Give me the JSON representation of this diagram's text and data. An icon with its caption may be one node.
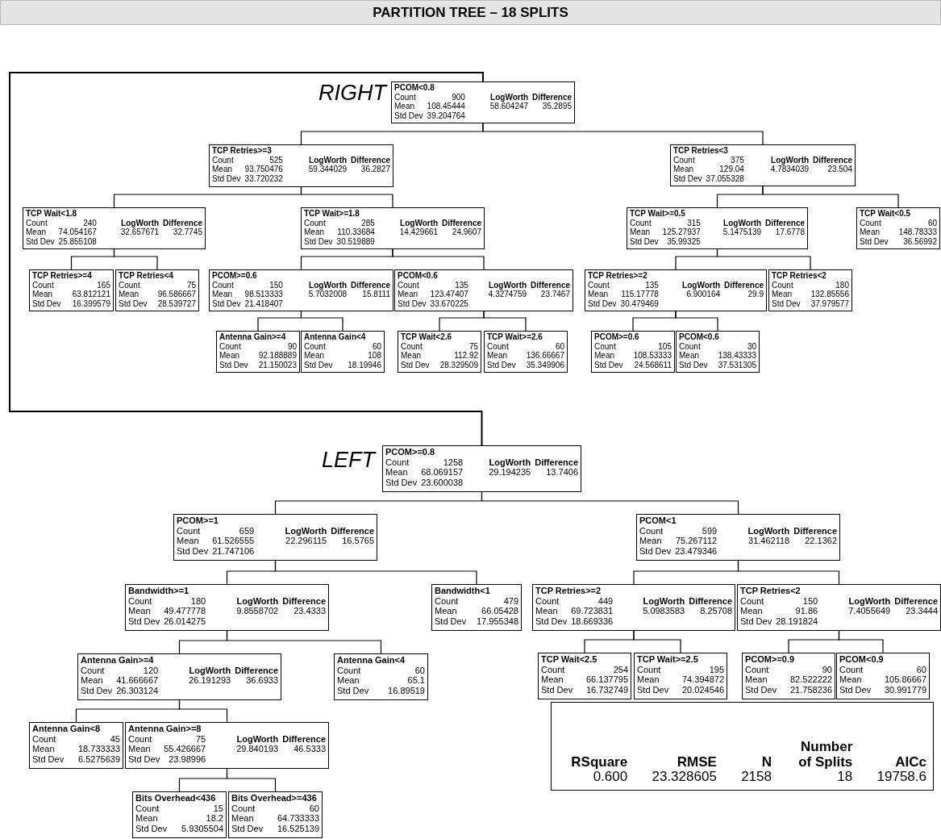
{
  "diagram": {
    "title": "PARTITION TREE – 18 SPLITS",
    "nodes": [
      {
        "text": [
          "PCOM<0.8",
          "Count",
          "900",
          "Mean",
          "108.45444",
          "Std Dev",
          "39.204764",
          "LogWorth",
          "58.604247",
          "Difference",
          "35.2895"
        ]
      },
      {
        "text": [
          "TCP Retries>=3",
          "Count",
          "525",
          "Mean",
          "93.750476",
          "Std Dev",
          "33.720232",
          "LogWorth",
          "59.344029",
          "Difference",
          "36.2827"
        ]
      },
      {
        "text": [
          "TCP Retries<3",
          "Count",
          "375",
          "Mean",
          "129.04",
          "Std Dev",
          "37.055328",
          "LogWorth",
          "4.7834039",
          "Difference",
          "23.504"
        ]
      },
      {
        "text": [
          "TCP Wait<1.8",
          "Count",
          "240",
          "Mean",
          "74.054167",
          "Std Dev",
          "25.855108",
          "LogWorth",
          "32.657671",
          "Difference",
          "32.7745"
        ]
      },
      {
        "text": [
          "TCP Wait>=1.8",
          "Count",
          "285",
          "Mean",
          "110.33684",
          "Std Dev",
          "30.519889",
          "LogWorth",
          "14.429661",
          "Difference",
          "24.9607"
        ]
      },
      {
        "text": [
          "TCP Wait>=0.5",
          "Count",
          "315",
          "Mean",
          "125.27937",
          "Std Dev",
          "35.99325",
          "LogWorth",
          "5.1475139",
          "Difference",
          "17.6778"
        ]
      },
      {
        "text": [
          "TCP Wait<0.5",
          "Count",
          "60",
          "Mean",
          "148.78333",
          "Std Dev",
          "36.56992"
        ]
      },
      {
        "text": [
          "TCP Retries>=4",
          "Count",
          "165",
          "Mean",
          "63.812121",
          "Std Dev",
          "16.399579"
        ]
      },
      {
        "text": [
          "TCP Retries<4",
          "Count",
          "75",
          "Mean",
          "96.586667",
          "Std Dev",
          "28.539727"
        ]
      },
      {
        "text": [
          "PCOM>=0.6",
          "Count",
          "150",
          "Mean",
          "98.513333",
          "Std Dev",
          "21.418407",
          "LogWorth",
          "5.7032008",
          "Difference",
          "15.8111"
        ]
      },
      {
        "text": [
          "PCOM<0.6",
          "Count",
          "135",
          "Mean",
          "123.47407",
          "Std Dev",
          "33.670225",
          "LogWorth",
          "4.3274759",
          "Difference",
          "23.7467"
        ]
      },
      {
        "text": [
          "TCP Retries>=2",
          "Count",
          "135",
          "Mean",
          "115.17778",
          "Std Dev",
          "30.479469",
          "LogWorth",
          "6.900164",
          "Difference",
          "29.9"
        ]
      },
      {
        "text": [
          "TCP Retries<2",
          "Count",
          "180",
          "Mean",
          "132.85556",
          "Std Dev",
          "37.979577"
        ]
      },
      {
        "text": [
          "Antenna Gain>=4",
          "Count",
          "90",
          "Mean",
          "92.188889",
          "Std Dev",
          "21.150023"
        ]
      },
      {
        "text": [
          "Antenna Gain<4",
          "Count",
          "60",
          "Mean",
          "108",
          "Std Dev",
          "18.19946"
        ]
      },
      {
        "text": [
          "TCP Wait<2.6",
          "Count",
          "75",
          "Mean",
          "112.92",
          "Std Dev",
          "28.329509"
        ]
      },
      {
        "text": [
          "TCP Wait>=2.6",
          "Count",
          "60",
          "Mean",
          "136.66667",
          "Std Dev",
          "35.349906"
        ]
      },
      {
        "text": [
          "PCOM>=0.6",
          "Count",
          "105",
          "Mean",
          "108.53333",
          "Std Dev",
          "24.568611"
        ]
      },
      {
        "text": [
          "PCOM<0.6",
          "Count",
          "30",
          "Mean",
          "138.43333",
          "Std Dev",
          "37.531305"
        ]
      },
      {
        "text": [
          "PCOM>=0.8",
          "Count",
          "1258",
          "Mean",
          "68.069157",
          "Std Dev",
          "23.600038",
          "LogWorth",
          "29.194235",
          "Difference",
          "13.7406"
        ]
      },
      {
        "text": [
          "PCOM>=1",
          "Count",
          "659",
          "Mean",
          "61.526555",
          "Std Dev",
          "21.747106",
          "LogWorth",
          "22.296115",
          "Difference",
          "16.5765"
        ]
      },
      {
        "text": [
          "PCOM<1",
          "Count",
          "599",
          "Mean",
          "75.267112",
          "Std Dev",
          "23.479346",
          "LogWorth",
          "31.462118",
          "Difference",
          "22.1362"
        ]
      },
      {
        "text": [
          "Bandwidth>=1",
          "Count",
          "180",
          "Mean",
          "49.477778",
          "Std Dev",
          "26.014275",
          "LogWorth",
          "9.8558702",
          "Difference",
          "23.4333"
        ]
      },
      {
        "text": [
          "Bandwidth<1",
          "Count",
          "479",
          "Mean",
          "66.05428",
          "Std Dev",
          "17.955348"
        ]
      },
      {
        "text": [
          "TCP Retries>=2",
          "Count",
          "449",
          "Mean",
          "69.723831",
          "Std Dev",
          "18.669336",
          "LogWorth",
          "5.0983583",
          "Difference",
          "8.25708"
        ]
      },
      {
        "text": [
          "TCP Retries<2",
          "Count",
          "150",
          "Mean",
          "91.86",
          "Std Dev",
          "28.191824",
          "LogWorth",
          "7.4055649",
          "Difference",
          "23.3444"
        ]
      },
      {
        "text": [
          "Antenna Gain>=4",
          "Count",
          "120",
          "Mean",
          "41.666667",
          "Std Dev",
          "26.303124",
          "LogWorth",
          "26.191293",
          "Difference",
          "36.6933"
        ]
      },
      {
        "text": [
          "Antenna Gain<4",
          "Count",
          "60",
          "Mean",
          "65.1",
          "Std Dev",
          "16.89519"
        ]
      },
      {
        "text": [
          "TCP Wait<2.5",
          "Count",
          "254",
          "Mean",
          "66.137795",
          "Std Dev",
          "16.732749"
        ]
      },
      {
        "text": [
          "TCP Wait>=2.5",
          "Count",
          "195",
          "Mean",
          "74.394872",
          "Std Dev",
          "20.024546"
        ]
      },
      {
        "text": [
          "PCOM>=0.9",
          "Count",
          "90",
          "Mean",
          "82.522222",
          "Std Dev",
          "21.758236"
        ]
      },
      {
        "text": [
          "PCOM<0.9",
          "Count",
          "60",
          "Mean",
          "105.86667",
          "Std Dev",
          "30.991779"
        ]
      },
      {
        "text": [
          "Antenna Gain<8",
          "Count",
          "45",
          "Mean",
          "18.733333",
          "Std Dev",
          "6.5275639"
        ]
      },
      {
        "text": [
          "Antenna Gain>=8",
          "Count",
          "75",
          "Mean",
          "55.426667",
          "Std Dev",
          "23.98996",
          "LogWorth",
          "29.840193",
          "Difference",
          "46.5333"
        ]
      },
      {
        "text": [
          "Bits Overhead<436",
          "Count",
          "15",
          "Mean",
          "18.2",
          "Std Dev",
          "5.9305504"
        ]
      },
      {
        "text": [
          "Bits Overhead>=436",
          "Count",
          "60",
          "Mean",
          "64.733333",
          "Std Dev",
          "16.525139"
        ]
      }
    ],
    "edges": [
      {
        "from": 0,
        "to": 1,
        "arrow": "none"
      },
      {
        "from": 0,
        "to": 2,
        "arrow": "none"
      },
      {
        "from": 1,
        "to": 3,
        "arrow": "none"
      },
      {
        "from": 1,
        "to": 4,
        "arrow": "none"
      },
      {
        "from": 2,
        "to": 5,
        "arrow": "none"
      },
      {
        "from": 2,
        "to": 6,
        "arrow": "none"
      },
      {
        "from": 3,
        "to": 7,
        "arrow": "none"
      },
      {
        "from": 3,
        "to": 8,
        "arrow": "none"
      },
      {
        "from": 4,
        "to": 9,
        "arrow": "none"
      },
      {
        "from": 4,
        "to": 10,
        "arrow": "none"
      },
      {
        "from": 5,
        "to": 11,
        "arrow": "none"
      },
      {
        "from": 5,
        "to": 12,
        "arrow": "none"
      },
      {
        "from": 9,
        "to": 13,
        "arrow": "none"
      },
      {
        "from": 9,
        "to": 14,
        "arrow": "none"
      },
      {
        "from": 10,
        "to": 15,
        "arrow": "none"
      },
      {
        "from": 10,
        "to": 16,
        "arrow": "none"
      },
      {
        "from": 11,
        "to": 17,
        "arrow": "none"
      },
      {
        "from": 11,
        "to": 18,
        "arrow": "none"
      },
      {
        "from": 0,
        "to": 19,
        "arrow": "none"
      },
      {
        "from": 19,
        "to": 20,
        "arrow": "none"
      },
      {
        "from": 19,
        "to": 21,
        "arrow": "none"
      },
      {
        "from": 20,
        "to": 22,
        "arrow": "none"
      },
      {
        "from": 20,
        "to": 23,
        "arrow": "none"
      },
      {
        "from": 21,
        "to": 24,
        "arrow": "none"
      },
      {
        "from": 21,
        "to": 25,
        "arrow": "none"
      },
      {
        "from": 22,
        "to": 26,
        "arrow": "none"
      },
      {
        "from": 22,
        "to": 27,
        "arrow": "none"
      },
      {
        "from": 24,
        "to": 28,
        "arrow": "none"
      },
      {
        "from": 24,
        "to": 29,
        "arrow": "none"
      },
      {
        "from": 25,
        "to": 30,
        "arrow": "none"
      },
      {
        "from": 25,
        "to": 31,
        "arrow": "none"
      },
      {
        "from": 26,
        "to": 32,
        "arrow": "none"
      },
      {
        "from": 26,
        "to": 33,
        "arrow": "none"
      },
      {
        "from": 33,
        "to": 34,
        "arrow": "none"
      },
      {
        "from": 33,
        "to": 35,
        "arrow": "none"
      }
    ],
    "labels": [
      "RIGHT",
      "LEFT",
      "RSquare",
      "RMSE",
      "N",
      "Number of Splits",
      "AICc",
      "0.600",
      "23.328605",
      "2158",
      "18",
      "19758.6"
    ]
  }
}
